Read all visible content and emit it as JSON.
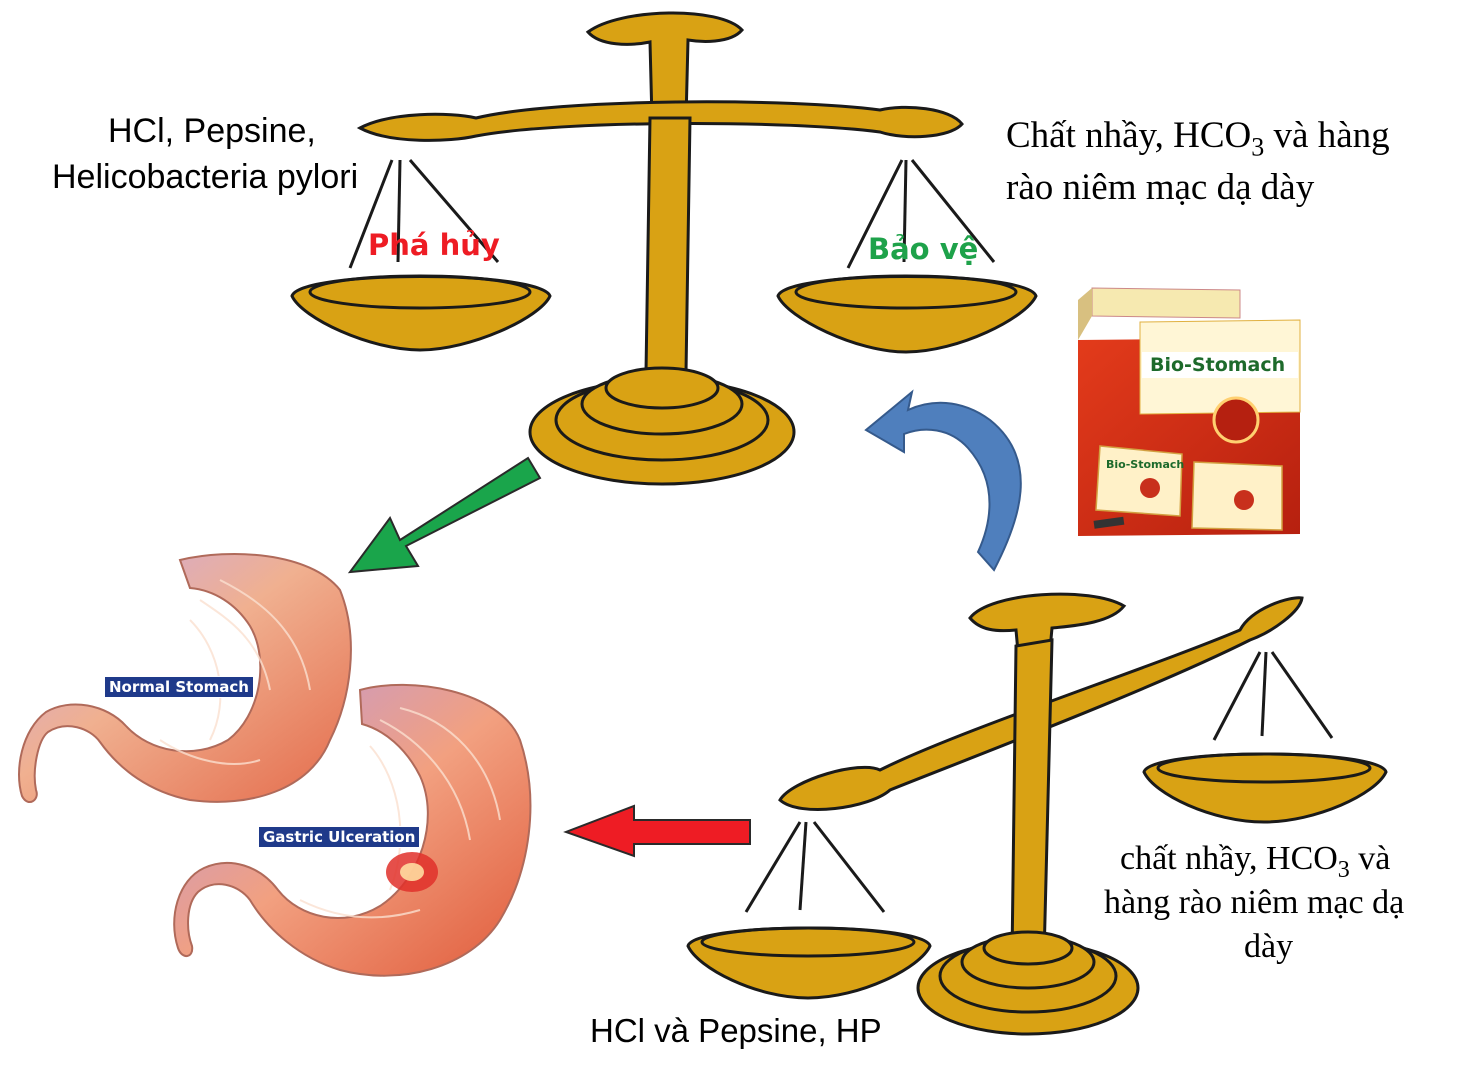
{
  "top_scale": {
    "left_label_line1": "HCl, Pepsine,",
    "left_label_line2": "Helicobacteria pylori",
    "left_pan_label": "Phá hủy",
    "right_pan_label": "Bảo vệ",
    "right_label_line1_pre": "Chất nhầy, HCO",
    "right_label_line1_sub": "3",
    "right_label_line1_post": " và hàng",
    "right_label_line2": "rào niêm mạc dạ dày"
  },
  "bottom_scale": {
    "left_label": "HCl và Pepsine, HP",
    "right_label_line1_pre": "chất nhầy, HCO",
    "right_label_line1_sub": "3",
    "right_label_line1_post": " và",
    "right_label_line2": "hàng rào niêm mạc dạ",
    "right_label_line3": "dày"
  },
  "stomach_illustration": {
    "normal_label": "Normal Stomach",
    "ulcer_label": "Gastric Ulceration"
  },
  "product_box": {
    "brand_name": "Bio-Stomach",
    "brand_name_small": "Bio-Stomach"
  },
  "colors": {
    "scale_gold": "#d9a214",
    "scale_outline": "#1a1a1a",
    "destroy_red": "#ee1c24",
    "protect_green": "#1ea24a",
    "green_arrow": "#1aa54b",
    "red_arrow": "#ee1c24",
    "blue_arrow": "#4f7fbd",
    "label_blue": "#1f3a8a"
  }
}
